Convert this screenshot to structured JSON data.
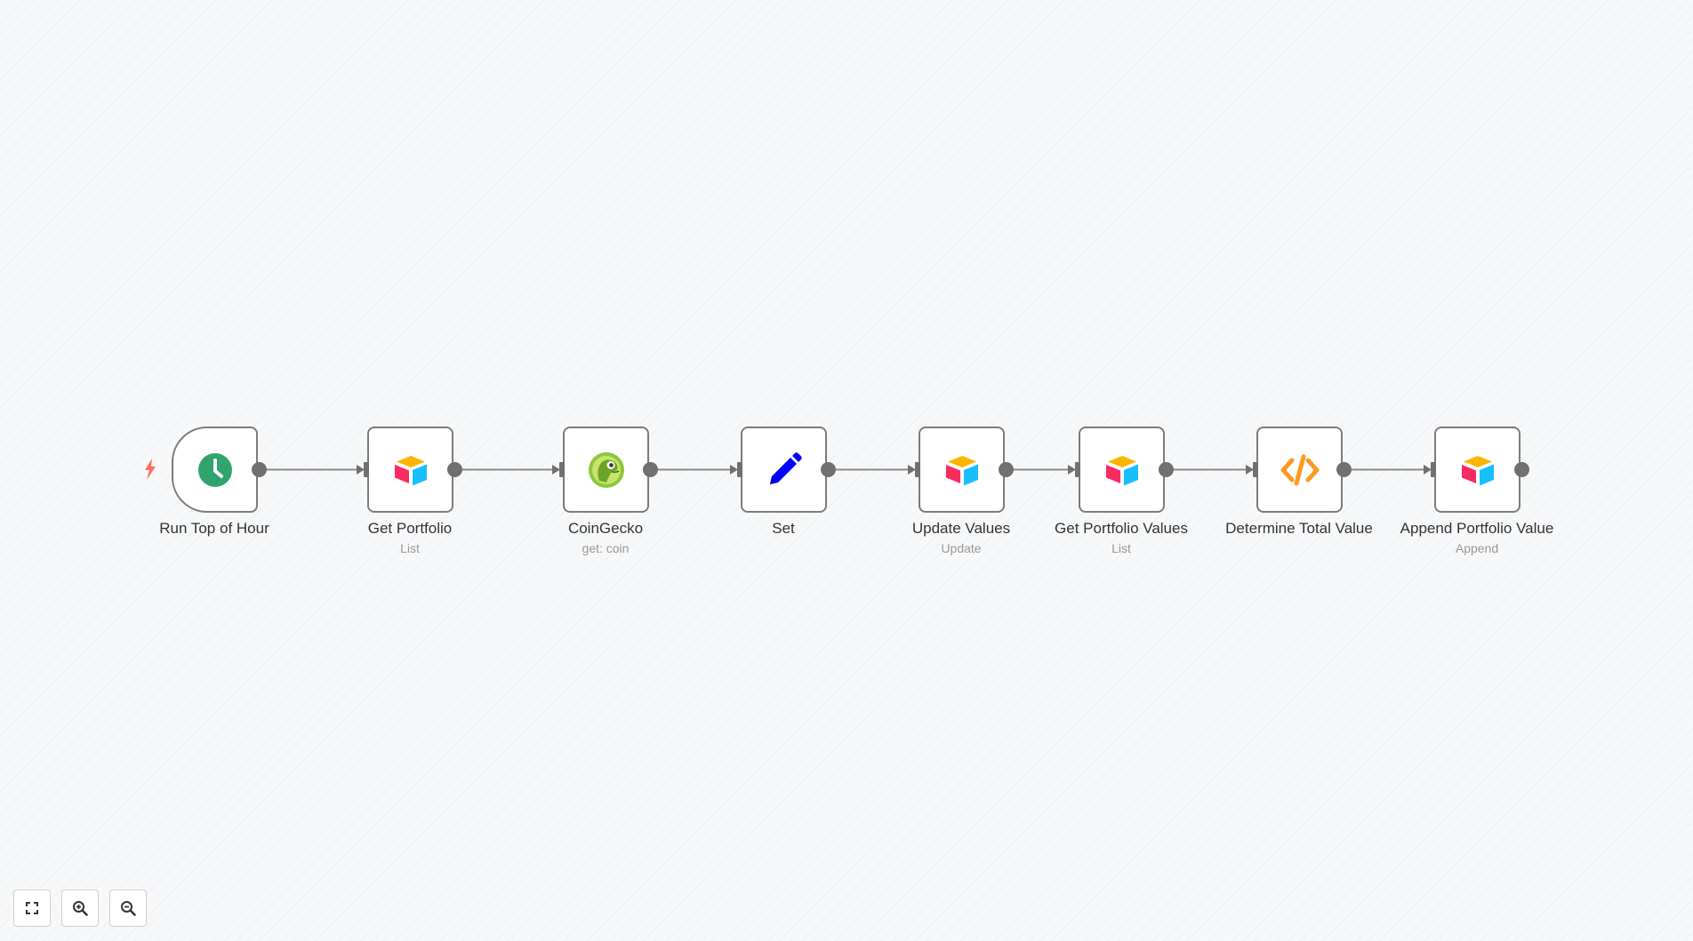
{
  "workflow": {
    "nodes": [
      {
        "name": "Run Top of Hour",
        "subtitle": "",
        "icon": "clock-icon",
        "color": "#30a46c"
      },
      {
        "name": "Get Portfolio",
        "subtitle": "List",
        "icon": "airtable-icon"
      },
      {
        "name": "CoinGecko",
        "subtitle": "get: coin",
        "icon": "coingecko-icon",
        "color": "#8dc63f"
      },
      {
        "name": "Set",
        "subtitle": "",
        "icon": "pencil-icon",
        "color": "#0000ff"
      },
      {
        "name": "Update Values",
        "subtitle": "Update",
        "icon": "airtable-icon"
      },
      {
        "name": "Get Portfolio Values",
        "subtitle": "List",
        "icon": "airtable-icon"
      },
      {
        "name": "Determine Total Value",
        "subtitle": "",
        "icon": "code-icon",
        "color": "#ff9922"
      },
      {
        "name": "Append Portfolio Value",
        "subtitle": "Append",
        "icon": "airtable-icon"
      }
    ],
    "trigger_icon": "lightning-bolt-icon",
    "trigger_color": "#ff6d5a"
  },
  "controls": [
    {
      "icon": "fit-view-icon"
    },
    {
      "icon": "zoom-in-icon"
    },
    {
      "icon": "zoom-out-icon"
    }
  ],
  "colors": {
    "airtable_yellow": "#fcb400",
    "airtable_red": "#f82b60",
    "airtable_blue": "#18bfff",
    "handle": "#707070",
    "node_border": "#7c7c7c"
  }
}
